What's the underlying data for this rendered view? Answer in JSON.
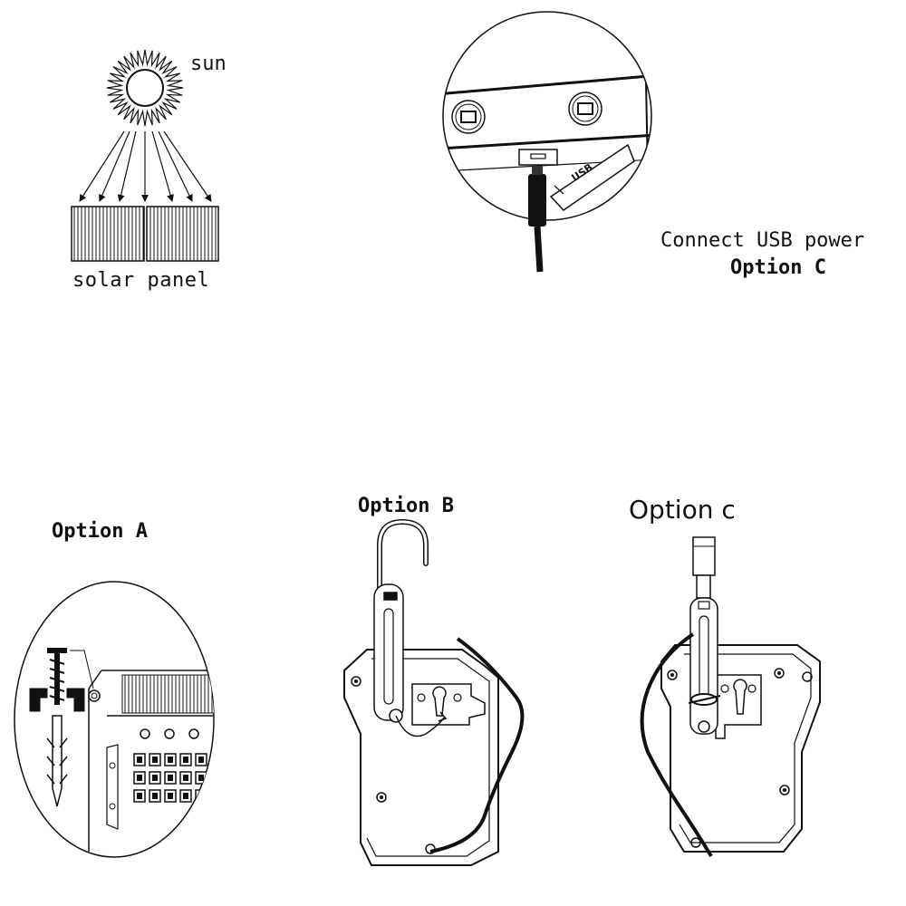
{
  "labels": {
    "sun": "sun",
    "solar_panel": "solar panel",
    "connect_usb": "Connect USB power",
    "option_c_usb": "Option C",
    "option_a": "Option A",
    "option_b": "Option B",
    "option_c_mount": "Option c",
    "usb_plug": "USB"
  },
  "colors": {
    "line": "#111111",
    "background": "#ffffff"
  }
}
